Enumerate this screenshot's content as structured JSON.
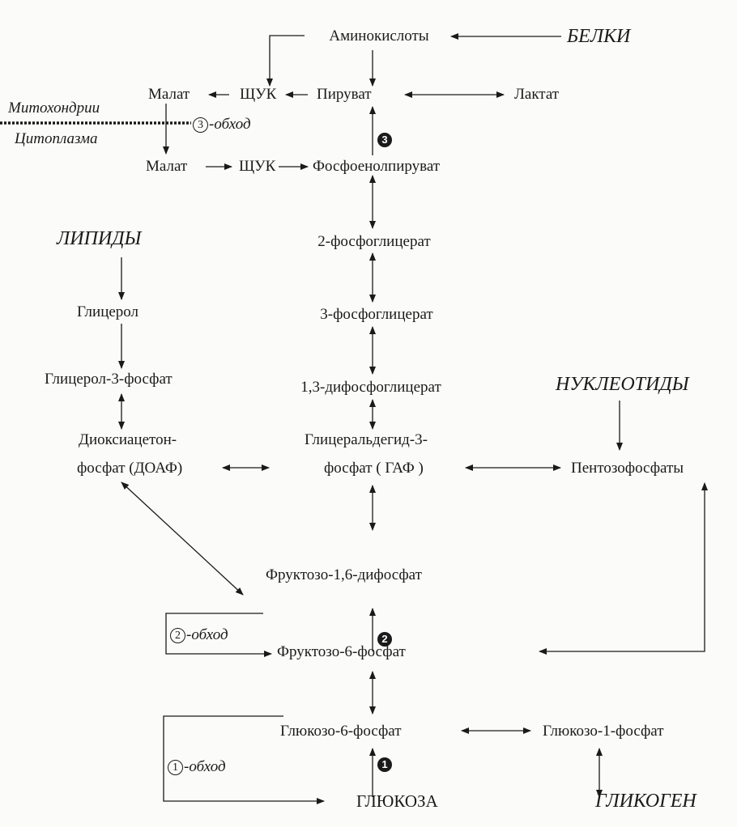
{
  "nodes": {
    "aminoacids": "Аминокислоты",
    "proteins": "БЕЛКИ",
    "malate_mito": "Малат",
    "oaa_mito": "ЩУК",
    "pyruvate": "Пируват",
    "lactate": "Лактат",
    "malate_cyto": "Малат",
    "oaa_cyto": "ЩУК",
    "pep": "Фосфоенолпируват",
    "pg2": "2-фосфоглицерат",
    "pg3": "3-фосфоглицерат",
    "bpg13": "1,3-дифосфоглицерат",
    "lipids": "ЛИПИДЫ",
    "glycerol": "Глицерол",
    "glycerol3p": "Глицерол-3-фосфат",
    "dhap_line1": "Диоксиацетон-",
    "dhap_line2": "фосфат (ДОАФ)",
    "gap_line1": "Глицеральдегид-3-",
    "gap_line2": "фосфат ( ГАФ )",
    "nucleotides": "НУКЛЕОТИДЫ",
    "pentose": "Пентозофосфаты",
    "f16bp": "Фруктозо-1,6-дифосфат",
    "f6p": "Фруктозо-6-фосфат",
    "g6p": "Глюкозо-6-фосфат",
    "g1p": "Глюкозо-1-фосфат",
    "glucose": "ГЛЮКОЗА",
    "glycogen": "ГЛИКОГЕН"
  },
  "compartments": {
    "mitochondria": "Митохондрии",
    "cytoplasm": "Цитоплазма"
  },
  "bypasses": [
    {
      "num": "1",
      "label": "-обход"
    },
    {
      "num": "2",
      "label": "-обход"
    },
    {
      "num": "3",
      "label": "-обход"
    }
  ],
  "steps": [
    "1",
    "2",
    "3"
  ]
}
